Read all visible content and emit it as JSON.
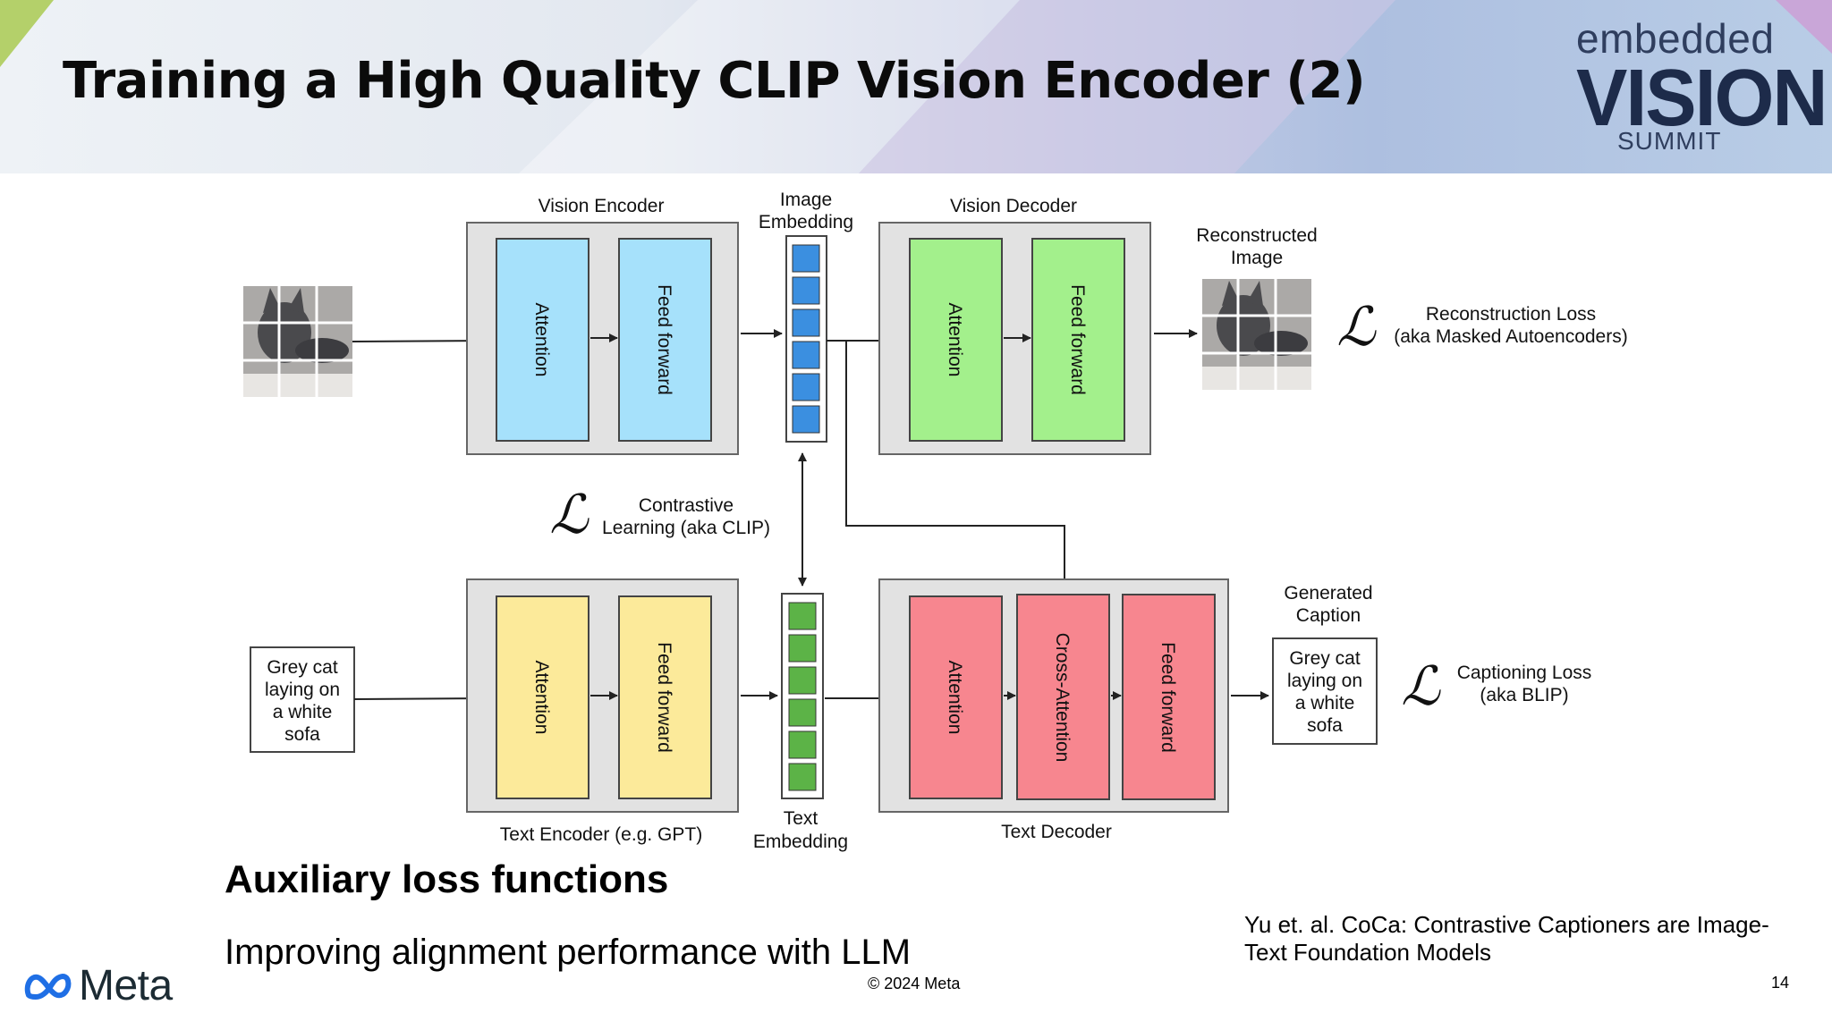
{
  "slide": {
    "title": "Training a High Quality CLIP Vision Encoder (2)",
    "subtitle": "Auxiliary loss functions",
    "description": "Improving alignment performance with LLM",
    "citation": "Yu et. al. CoCa: Contrastive Captioners are Image-Text Foundation Models",
    "copyright": "© 2024 Meta",
    "page_number": "14"
  },
  "logo": {
    "line1": "embedded",
    "line2": "VISION",
    "line3": "SUMMIT"
  },
  "meta_logo": {
    "text": "Meta"
  },
  "diagram": {
    "loss_symbol": "ℒ",
    "vision_encoder": {
      "label": "Vision Encoder",
      "block1": "Attention",
      "block2": "Feed forward"
    },
    "image_embedding": {
      "line1": "Image",
      "line2": "Embedding"
    },
    "vision_decoder": {
      "label": "Vision Decoder",
      "block1": "Attention",
      "block2": "Feed forward"
    },
    "reconstructed_image": {
      "line1": "Reconstructed",
      "line2": "Image"
    },
    "reconstruction_loss": {
      "line1": "Reconstruction Loss",
      "line2": "(aka Masked Autoencoders)"
    },
    "contrastive_loss": {
      "line1": "Contrastive",
      "line2": "Learning (aka CLIP)"
    },
    "text_input": {
      "line1": "Grey cat",
      "line2": "laying on",
      "line3": "a white",
      "line4": "sofa"
    },
    "text_encoder": {
      "label": "Text Encoder (e.g. GPT)",
      "block1": "Attention",
      "block2": "Feed forward"
    },
    "text_embedding": {
      "line1": "Text",
      "line2": "Embedding"
    },
    "text_decoder": {
      "label": "Text Decoder",
      "block1": "Attention",
      "block2": "Cross-Attention",
      "block3": "Feed forward"
    },
    "generated_caption": {
      "title1": "Generated",
      "title2": "Caption",
      "line1": "Grey cat",
      "line2": "laying on",
      "line3": "a white",
      "line4": "sofa"
    },
    "captioning_loss": {
      "line1": "Captioning Loss",
      "line2": "(aka BLIP)"
    }
  },
  "colors": {
    "vision_encoder_block": "#a6e1fb",
    "embedding_blue": "#3b8fe0",
    "vision_decoder_block": "#a3f08c",
    "text_encoder_block": "#fcea9a",
    "embedding_green": "#5cb347",
    "text_decoder_block": "#f7868f",
    "container_gray": "#e2e2e2"
  }
}
